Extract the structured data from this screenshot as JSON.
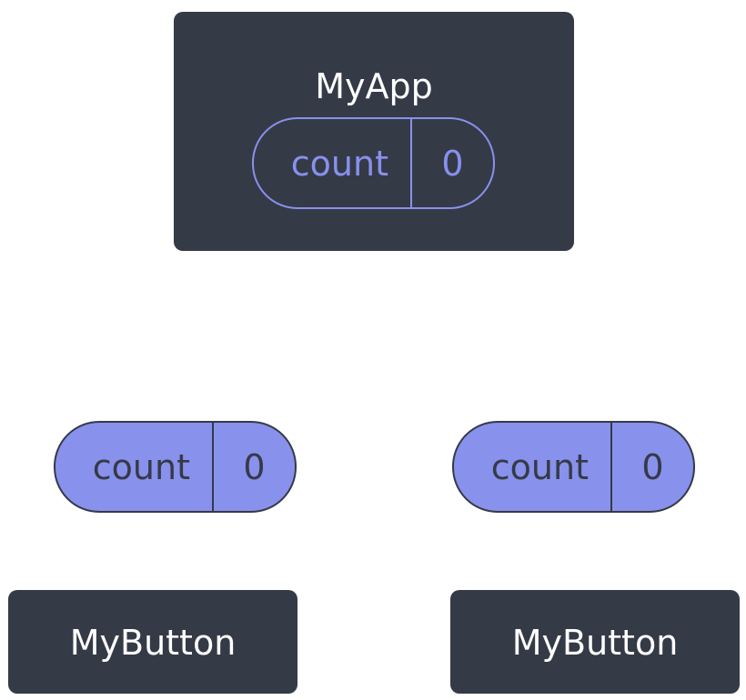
{
  "app": {
    "title": "MyApp",
    "state": {
      "label": "count",
      "value": "0"
    }
  },
  "children": [
    {
      "title": "MyButton",
      "state": {
        "label": "count",
        "value": "0"
      }
    },
    {
      "title": "MyButton",
      "state": {
        "label": "count",
        "value": "0"
      }
    }
  ],
  "colors": {
    "node_bg": "#353a47",
    "node_text": "#ffffff",
    "state_accent": "#8891ec",
    "page_bg": "#ffffff"
  }
}
